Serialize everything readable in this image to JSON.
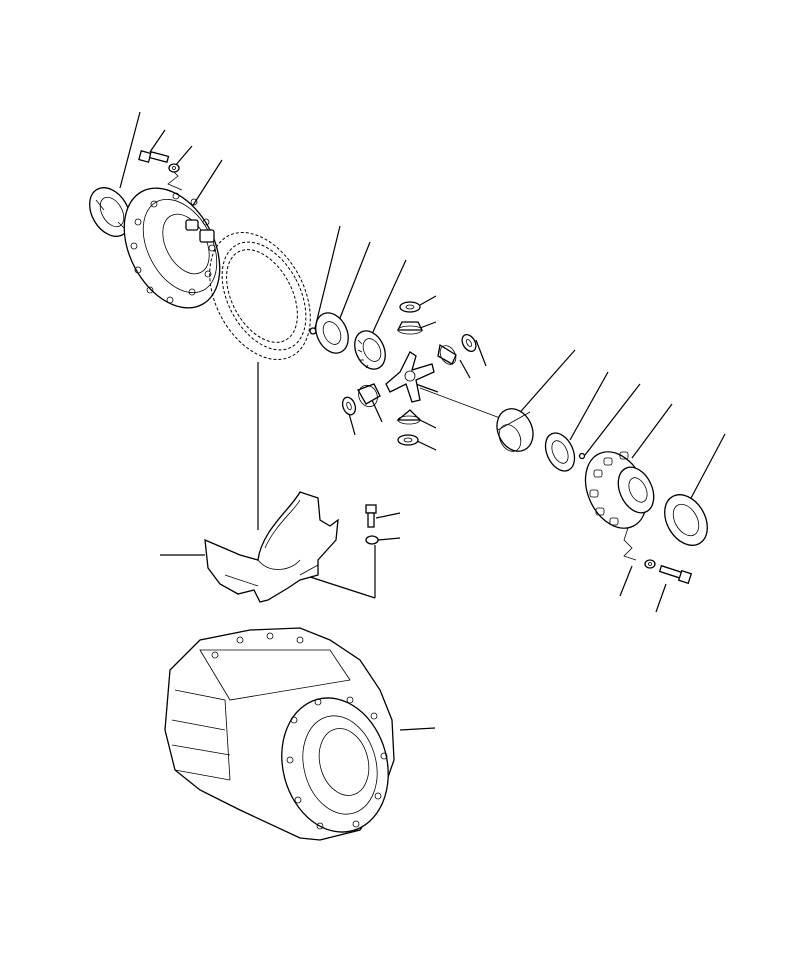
{
  "diagram": {
    "type": "exploded-parts-view",
    "callout_labels": [],
    "parts": [
      "bearing-cup-left",
      "bolt-upper",
      "washer-upper",
      "differential-case-left",
      "ring-gear",
      "pin",
      "thrust-washer-left",
      "side-gear-left",
      "pinion-washer-a",
      "pinion-gear-a",
      "pinion-gear-b",
      "pinion-washer-b",
      "spider",
      "pinion-washer-c",
      "pinion-gear-c",
      "pinion-gear-d",
      "pinion-washer-d",
      "side-gear-right",
      "thrust-washer-right",
      "pin-right",
      "differential-case-right",
      "bearing-cup-right",
      "washer-lower",
      "bolt-lower",
      "bearing-carrier",
      "bolt-carrier",
      "washer-carrier",
      "transmission-housing"
    ]
  }
}
